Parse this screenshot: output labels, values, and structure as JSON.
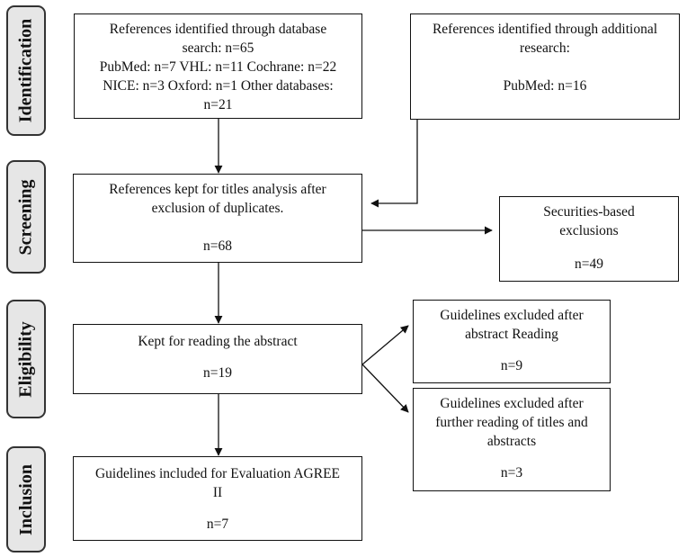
{
  "stages": {
    "identification": "Identification",
    "screening": "Screening",
    "eligibility": "Eligibility",
    "inclusion": "Inclusion"
  },
  "boxes": {
    "database_search": {
      "lines": [
        "References identified through database",
        "search: n=65",
        "PubMed: n=7 VHL: n=11 Cochrane: n=22",
        "NICE: n=3 Oxford: n=1 Other databases:",
        "n=21"
      ]
    },
    "additional_research": {
      "lines": [
        "References identified through additional",
        "research:"
      ],
      "count": "PubMed: n=16"
    },
    "titles_analysis": {
      "lines": [
        "References kept for titles analysis after",
        "exclusion of duplicates."
      ],
      "count": "n=68"
    },
    "securities_exclusions": {
      "lines": [
        "Securities-based",
        "exclusions"
      ],
      "count": "n=49"
    },
    "abstract_reading": {
      "lines": [
        "Kept for reading the abstract"
      ],
      "count": "n=19"
    },
    "excluded_abstract": {
      "lines": [
        "Guidelines excluded after",
        "abstract Reading"
      ],
      "count": "n=9"
    },
    "excluded_further": {
      "lines": [
        "Guidelines excluded after",
        "further reading of titles and",
        "abstracts"
      ],
      "count": "n=3"
    },
    "included_agree": {
      "lines": [
        "Guidelines included for Evaluation AGREE",
        "II"
      ],
      "count": "n=7"
    }
  }
}
